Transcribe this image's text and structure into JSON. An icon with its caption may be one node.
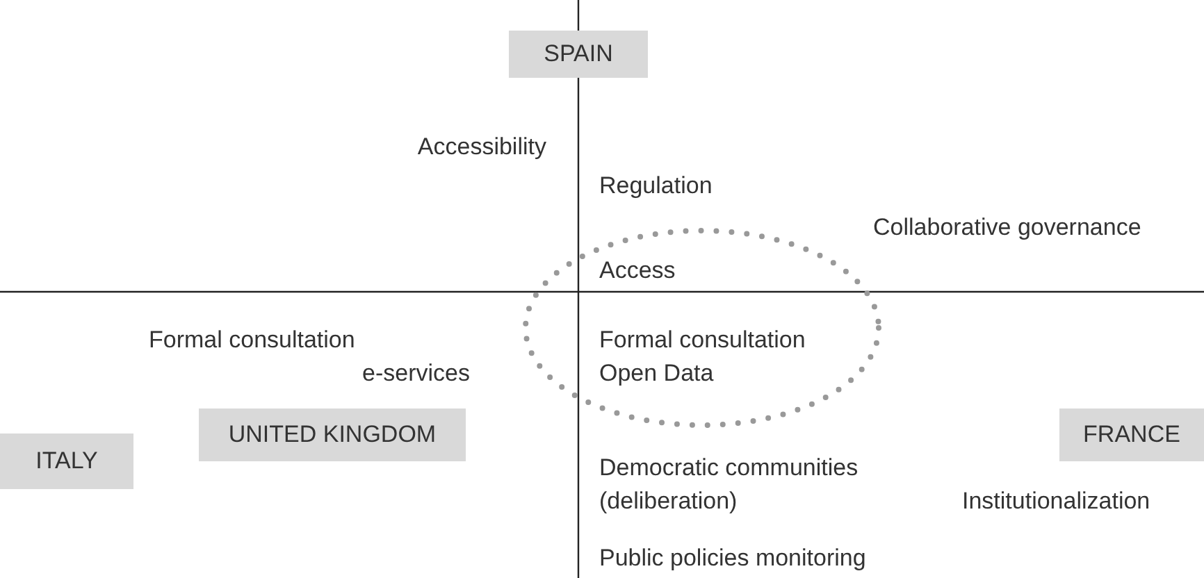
{
  "diagram": {
    "nodes": [
      {
        "text": [
          "SPAIN"
        ]
      },
      {
        "text": [
          "UNITED KINGDOM"
        ]
      },
      {
        "text": [
          "FRANCE"
        ]
      },
      {
        "text": [
          "ITALY"
        ]
      }
    ],
    "labels": [
      "Accessibility",
      "Regulation",
      "Collaborative governance",
      "Access",
      "Formal consultation",
      "e-services",
      "Formal consultation",
      "Open Data",
      "Democratic communities (deliberation)",
      "Institutionalization",
      "Public policies monitoring"
    ]
  }
}
